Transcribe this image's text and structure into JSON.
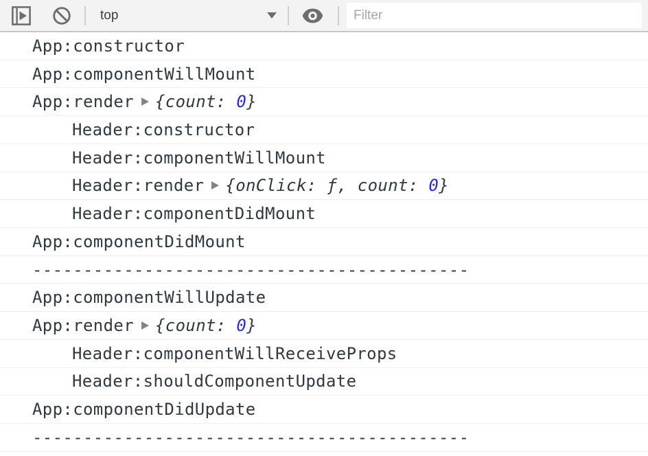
{
  "toolbar": {
    "sidebar_toggle": {
      "icon": "show-console-sidebar-icon"
    },
    "clear": {
      "icon": "clear-console-icon"
    },
    "context_selector": {
      "label": "top",
      "icon": "chevron-down-icon"
    },
    "eye": {
      "icon": "eye-icon"
    },
    "filter": {
      "placeholder": "Filter",
      "value": ""
    }
  },
  "colors": {
    "toolbar_bg": "#f3f3f3",
    "toolbar_border": "#c6c6c6",
    "icon_gray": "#6e6e6e",
    "log_text": "#303942",
    "preview_number_blue": "#2b2bd5",
    "row_border": "#efefef"
  },
  "console": {
    "rows": [
      {
        "indent": "app",
        "text": "App:constructor"
      },
      {
        "indent": "app",
        "text": "App:componentWillMount"
      },
      {
        "indent": "app",
        "text": "App:render",
        "preview": [
          {
            "t": "{count: ",
            "c": "plain"
          },
          {
            "t": "0",
            "c": "number"
          },
          {
            "t": "}",
            "c": "plain"
          }
        ]
      },
      {
        "indent": "header",
        "text": "Header:constructor"
      },
      {
        "indent": "header",
        "text": "Header:componentWillMount"
      },
      {
        "indent": "header",
        "text": "Header:render",
        "preview": [
          {
            "t": "{onClick: ",
            "c": "plain"
          },
          {
            "t": "ƒ",
            "c": "function"
          },
          {
            "t": ", count: ",
            "c": "plain"
          },
          {
            "t": "0",
            "c": "number"
          },
          {
            "t": "}",
            "c": "plain"
          }
        ]
      },
      {
        "indent": "header",
        "text": "Header:componentDidMount"
      },
      {
        "indent": "app",
        "text": "App:componentDidMount"
      },
      {
        "indent": "app",
        "text": "-------------------------------------------"
      },
      {
        "indent": "app",
        "text": "App:componentWillUpdate"
      },
      {
        "indent": "app",
        "text": "App:render",
        "preview": [
          {
            "t": "{count: ",
            "c": "plain"
          },
          {
            "t": "0",
            "c": "number"
          },
          {
            "t": "}",
            "c": "plain"
          }
        ]
      },
      {
        "indent": "header",
        "text": "Header:componentWillReceiveProps"
      },
      {
        "indent": "header",
        "text": "Header:shouldComponentUpdate"
      },
      {
        "indent": "app",
        "text": "App:componentDidUpdate"
      },
      {
        "indent": "app",
        "text": "-------------------------------------------"
      }
    ]
  }
}
